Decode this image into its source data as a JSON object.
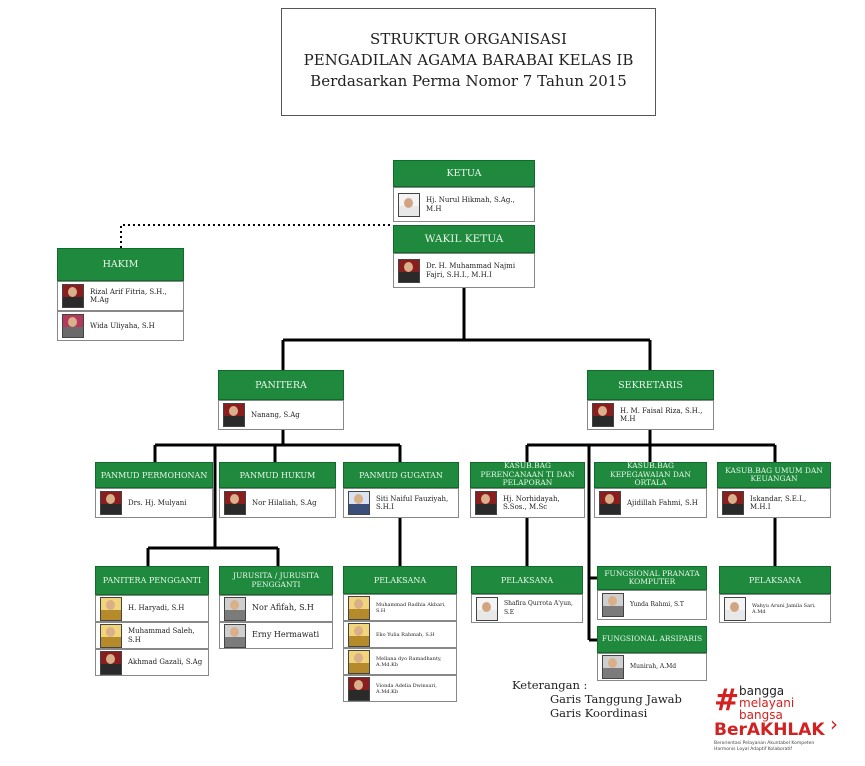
{
  "title": {
    "line1": "STRUKTUR ORGANISASI",
    "line2": "PENGADILAN AGAMA BARABAI KELAS IB",
    "line3": "Berdasarkan Perma Nomor 7 Tahun 2015"
  },
  "colors": {
    "header_green": "#1f8a3d",
    "line": "#000000",
    "logo_red": "#d32020"
  },
  "units": {
    "ketua": {
      "label": "KETUA",
      "people": [
        "Hj. Nurul Hikmah, S.Ag., M.H"
      ]
    },
    "wakil": {
      "label": "WAKIL KETUA",
      "people": [
        "Dr. H. Muhammad Najmi Fajri, S.H.I., M.H.I"
      ]
    },
    "hakim": {
      "label": "HAKIM",
      "people": [
        "Rizal Arif Fitria, S.H., M.Ag",
        "Wida Uliyaha, S.H"
      ]
    },
    "panitera": {
      "label": "PANITERA",
      "people": [
        "Nanang, S.Ag"
      ]
    },
    "sekretaris": {
      "label": "SEKRETARIS",
      "people": [
        "H. M. Faisal Riza, S.H., M.H"
      ]
    },
    "permohonan": {
      "label": "PANMUD PERMOHONAN",
      "people": [
        "Drs. Hj. Mulyani"
      ]
    },
    "hukum": {
      "label": "PANMUD HUKUM",
      "people": [
        "Nor Hilaliah, S.Ag"
      ]
    },
    "gugatan": {
      "label": "PANMUD GUGATAN",
      "people": [
        "Siti Naiful Fauziyah, S.H.I"
      ]
    },
    "perencanaan": {
      "label": "KASUB.BAG PERENCANAAN TI DAN PELAPORAN",
      "people": [
        "Hj. Norhidayah, S.Sos., M.Sc"
      ]
    },
    "kepegawaian": {
      "label": "KASUB.BAG KEPEGAWAIAN DAN ORTALA",
      "people": [
        "Ajidillah Fahmi, S.H"
      ]
    },
    "umum": {
      "label": "KASUB.BAG UMUM DAN KEUANGAN",
      "people": [
        "Iskandar, S.E.I., M.H.I"
      ]
    },
    "pp": {
      "label": "PANITERA PENGGANTI",
      "people": [
        "H. Haryadi, S.H",
        "Muhammad Saleh, S.H",
        "Akhmad Gazali, S.Ag"
      ]
    },
    "jurusita": {
      "label": "JURUSITA / JURUSITA PENGGANTI",
      "people": [
        "Nor Afifah, S.H",
        "Erny Hermawati"
      ]
    },
    "pelaksana_kepaniteraan": {
      "label": "PELAKSANA",
      "people": [
        "Muhammad Radhia Akbari, S.H",
        "Eko Yulia Rahmah, S.H",
        "Mellana dyo Ramadhanty, A.Md.Kb",
        "Vionda Adelia Dwinsari, A.Md.Kb"
      ]
    },
    "pelaksana_ptip": {
      "label": "PELAKSANA",
      "people": [
        "Shafira Qurrota A'yun, S.E"
      ]
    },
    "pranata": {
      "label": "FUNGSIONAL PRANATA KOMPUTER",
      "people": [
        "Yunda Rahmi, S.T"
      ]
    },
    "arsiparis": {
      "label": "FUNGSIONAL ARSIPARIS",
      "people": [
        "Munirah, A.Md"
      ]
    },
    "pelaksana_umum": {
      "label": "PELAKSANA",
      "people": [
        "Wahyu Aruni Jamila Sari, A.Md"
      ]
    }
  },
  "legend": {
    "title": "Keterangan :",
    "solid": "Garis Tanggung Jawab",
    "dotted": "Garis Koordinasi"
  },
  "logo": {
    "hash": "#",
    "w1": "bangga",
    "w2": "melayani",
    "w3": "bangsa",
    "brand": "BerAKHLAK",
    "tagline": "Berorientasi Pelayanan Akuntabel Kompeten Harmonis Loyal Adaptif Kolaboratif"
  }
}
